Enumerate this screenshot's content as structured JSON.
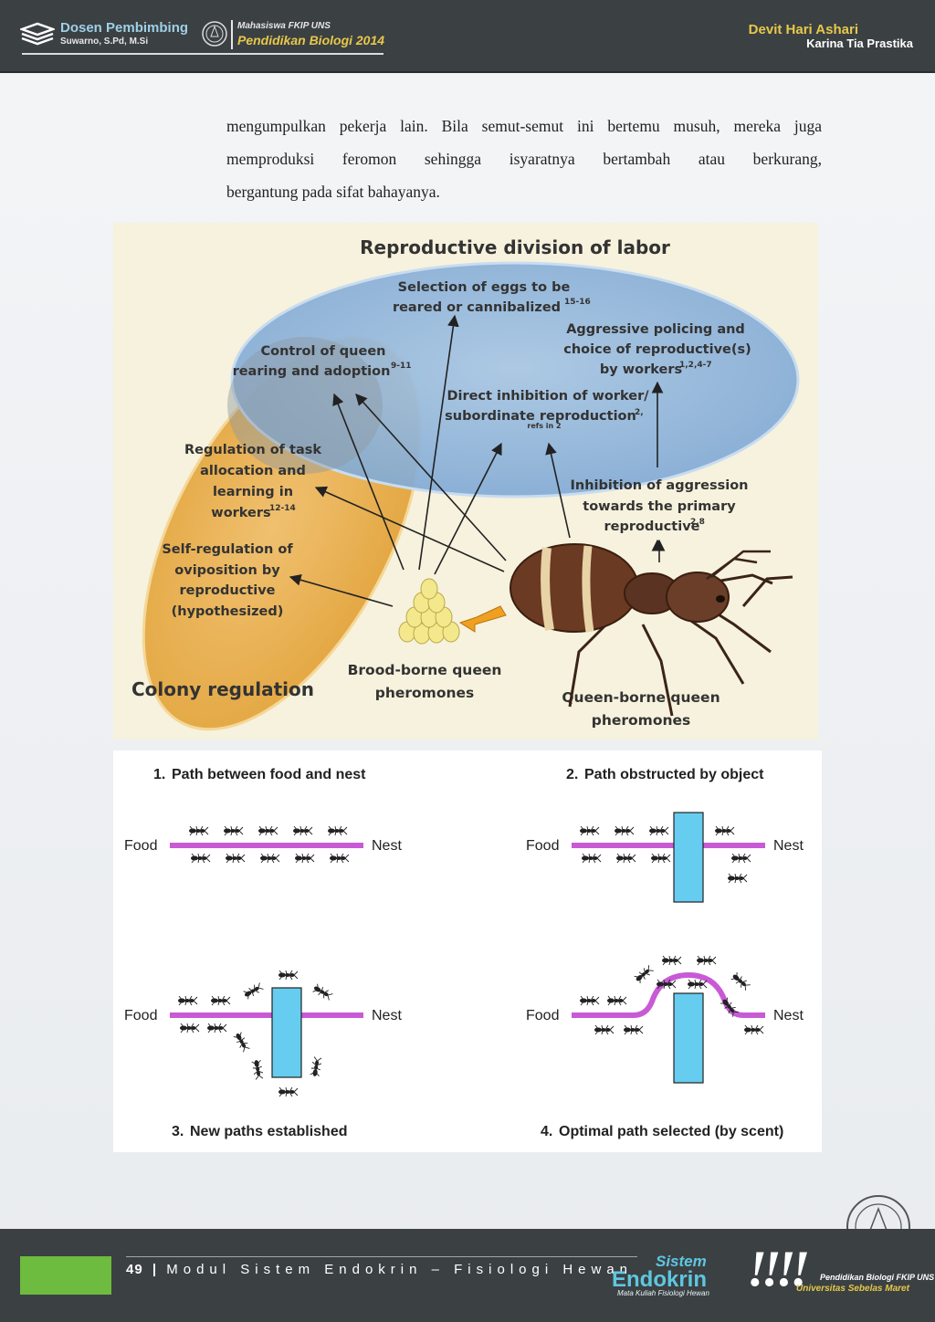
{
  "header": {
    "supervisor_title": "Dosen Pembimbing",
    "supervisor_name": "Suwarno, S.Pd, M.Si",
    "student_label": "Mahasiswa FKIP UNS",
    "program": "Pendidikan Biologi 2014",
    "author_1": "Devit Hari Ashari",
    "author_2": "Karina Tia Prastika"
  },
  "paragraph": {
    "line_1": "mengumpulkan pekerja lain. Bila semut-semut ini bertemu musuh, mereka juga",
    "line_2": "memproduksi feromon sehingga isyaratnya bertambah atau berkurang,",
    "line_3": "bergantung pada sifat bahayanya."
  },
  "figure_1": {
    "title": "Reproductive division of labor",
    "colony_regulation": "Colony regulation",
    "selection_1": "Selection of eggs to be",
    "selection_2": "reared or cannibalized",
    "selection_ref": "15-16",
    "control_1": "Control of queen",
    "control_2": "rearing and adoption",
    "control_ref": "9-11",
    "policing_1": "Aggressive policing and",
    "policing_2": "choice of reproductive(s)",
    "policing_3": "by workers",
    "policing_ref": "1,2,4-7",
    "direct_1": "Direct inhibition of worker/",
    "direct_2": "subordinate reproduction",
    "direct_ref": "2,",
    "direct_ref2": "refs in 2",
    "regulation_1": "Regulation of task",
    "regulation_2": "allocation and",
    "regulation_3": "learning in",
    "regulation_4": "workers",
    "regulation_ref": "12-14",
    "self_1": "Self-regulation of",
    "self_2": "oviposition by",
    "self_3": "reproductive",
    "self_4": "(hypothesized)",
    "inhibition_1": "Inhibition of aggression",
    "inhibition_2": "towards the primary",
    "inhibition_3": "reproductive",
    "inhibition_ref": "2,8",
    "brood_1": "Brood-borne queen",
    "brood_2": "pheromones",
    "queen_1": "Queen-borne queen",
    "queen_2": "pheromones"
  },
  "figure_2": {
    "panel_1_num": "1.",
    "panel_1": "Path between food and nest",
    "panel_2_num": "2.",
    "panel_2": "Path obstructed by object",
    "panel_3_num": "3.",
    "panel_3": "New paths established",
    "panel_4_num": "4.",
    "panel_4": "Optimal path selected (by scent)",
    "food": "Food",
    "nest": "Nest"
  },
  "footer": {
    "page_number": "49",
    "separator": "|",
    "module": "Modul Sistem Endokrin – Fisiologi Hewan",
    "logo_sistem": "Sistem",
    "logo_endokrin": "Endokrin",
    "logo_subtitle": "Mata Kuliah Fisiologi Hewan",
    "institution_1": "Pendidikan Biologi FKIP UNS",
    "institution_2": "Universitas Sebelas Maret"
  },
  "colors": {
    "header_bg": "#3b4043",
    "accent_yellow": "#e7c84a",
    "accent_green": "#6dbb3f",
    "accent_cyan": "#5ec7e0",
    "path_magenta": "#c85ad6",
    "obstacle_blue": "#66ccf0"
  }
}
